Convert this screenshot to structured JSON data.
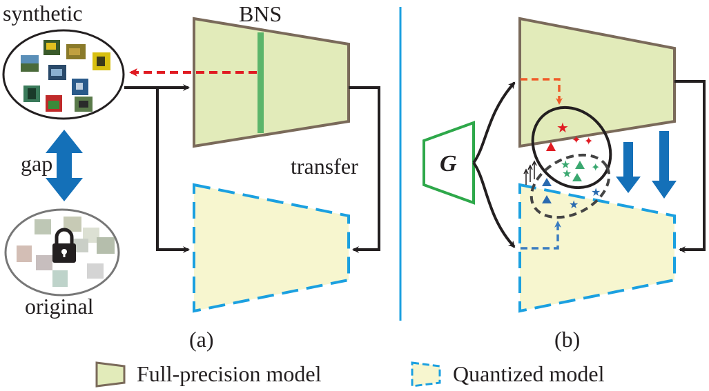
{
  "labels": {
    "synthetic": "synthetic",
    "gap": "gap",
    "original": "original",
    "bns": "BNS",
    "transfer": "transfer",
    "panel_a": "(a)",
    "panel_b": "(b)",
    "generator": "G"
  },
  "legend": {
    "full_precision": "Full-precision model",
    "quantized": "Quantized model"
  },
  "colors": {
    "full_precision_fill": "#e2ebba",
    "full_precision_stroke": "#7a6a5a",
    "quantized_fill": "#f7f6cf",
    "quantized_stroke": "#1ba0e0",
    "bns_bar": "#5bb56a",
    "arrow_dark": "#231f20",
    "arrow_red": "#e01b22",
    "arrow_orange": "#f05a28",
    "arrow_blue": "#3a7cc0",
    "gap_arrow": "#1470b8",
    "generator": "#2ea84a",
    "divider": "#1ba0e0"
  },
  "icons": [
    "lock-icon",
    "image-thumbnail-icon"
  ]
}
